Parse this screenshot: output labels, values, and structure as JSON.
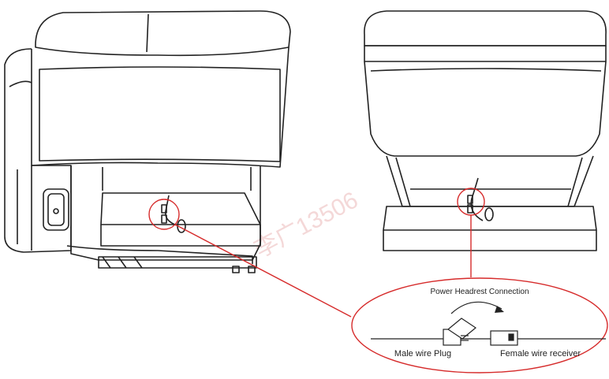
{
  "callout": {
    "title": "Power Headrest Connection",
    "male_label": "Male wire Plug",
    "female_label": "Female wire receiver"
  },
  "watermark": {
    "text": "李广13506"
  },
  "colors": {
    "outline": "#222222",
    "highlight": "#d62b2b",
    "watermark": "#f0c8c8"
  }
}
